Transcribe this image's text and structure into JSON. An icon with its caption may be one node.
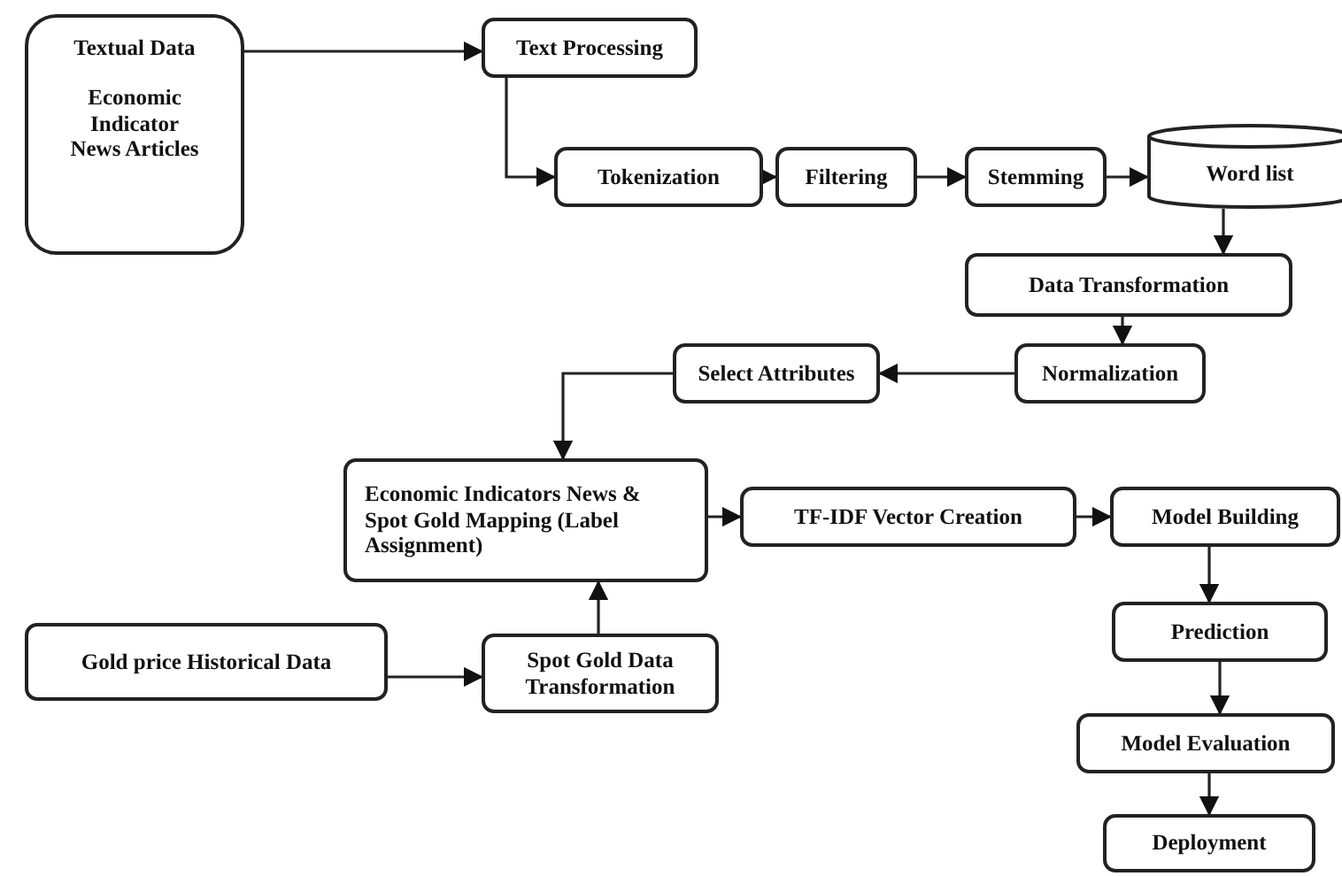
{
  "diagram": {
    "nodes": [
      {
        "text": [
          "Textual Data",
          "Economic Indicator News Articles"
        ]
      },
      {
        "text": [
          "Text Processing"
        ]
      },
      {
        "text": [
          "Tokenization"
        ]
      },
      {
        "text": [
          "Filtering"
        ]
      },
      {
        "text": [
          "Stemming"
        ]
      },
      {
        "text": [
          "Word list"
        ]
      },
      {
        "text": [
          "Data Transformation"
        ]
      },
      {
        "text": [
          "Normalization"
        ]
      },
      {
        "text": [
          "Select Attributes"
        ]
      },
      {
        "text": [
          "Economic Indicators News & Spot Gold Mapping (Label Assignment)"
        ]
      },
      {
        "text": [
          "TF-IDF Vector Creation"
        ]
      },
      {
        "text": [
          "Model Building"
        ]
      },
      {
        "text": [
          "Prediction"
        ]
      },
      {
        "text": [
          "Model Evaluation"
        ]
      },
      {
        "text": [
          "Deployment"
        ]
      },
      {
        "text": [
          "Gold price Historical Data"
        ]
      },
      {
        "text": [
          "Spot Gold Data Transformation"
        ]
      }
    ],
    "edges": [
      {
        "from": 0,
        "to": 1,
        "arrow": "to"
      },
      {
        "from": 1,
        "to": 2,
        "arrow": "to"
      },
      {
        "from": 2,
        "to": 3,
        "arrow": "to"
      },
      {
        "from": 3,
        "to": 4,
        "arrow": "to"
      },
      {
        "from": 4,
        "to": 5,
        "arrow": "to"
      },
      {
        "from": 5,
        "to": 6,
        "arrow": "to"
      },
      {
        "from": 6,
        "to": 7,
        "arrow": "to"
      },
      {
        "from": 7,
        "to": 8,
        "arrow": "to"
      },
      {
        "from": 8,
        "to": 9,
        "arrow": "to"
      },
      {
        "from": 9,
        "to": 10,
        "arrow": "to"
      },
      {
        "from": 10,
        "to": 11,
        "arrow": "to"
      },
      {
        "from": 11,
        "to": 12,
        "arrow": "to"
      },
      {
        "from": 12,
        "to": 13,
        "arrow": "to"
      },
      {
        "from": 13,
        "to": 14,
        "arrow": "to"
      },
      {
        "from": 15,
        "to": 16,
        "arrow": "to"
      },
      {
        "from": 16,
        "to": 9,
        "arrow": "to"
      }
    ]
  }
}
